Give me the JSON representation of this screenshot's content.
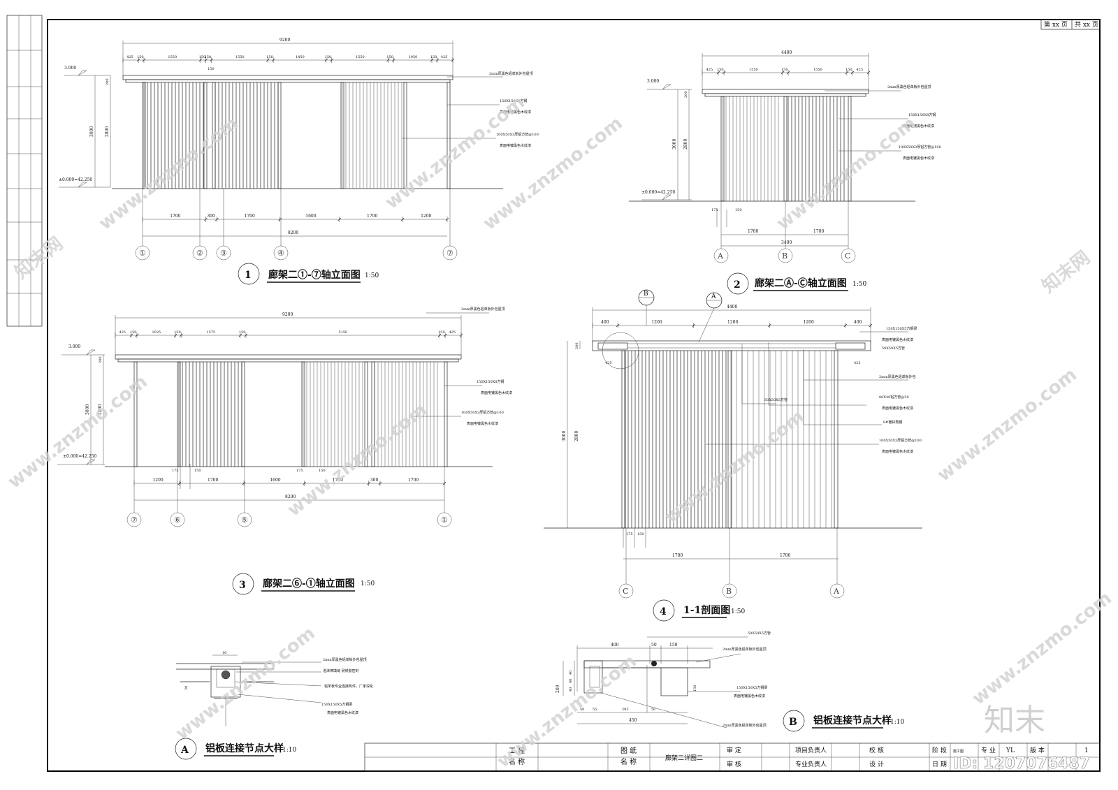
{
  "page_tag": {
    "page_label": "第 xx 页",
    "total_label": "共 xx 页"
  },
  "levels": {
    "top": "3.000",
    "ground": "±0.000=42.250"
  },
  "view1": {
    "num": "1",
    "title": "廊架二①-⑦轴立面图",
    "scale": "1:50",
    "overall_top": "9200",
    "top_dims": [
      "425",
      "150",
      "1550",
      "150",
      "150",
      "1550",
      "150",
      "1450",
      "150",
      "1550",
      "150",
      "1050",
      "150",
      "425"
    ],
    "small_dim": "150",
    "height_outer": "3000",
    "height_inner": "2800",
    "roof_h": "200",
    "bottom_dims": [
      "1700",
      "300",
      "1700",
      "1600",
      "1700",
      "1200"
    ],
    "overall_bottom": "8200",
    "axes": [
      "①",
      "②",
      "③",
      "④",
      "⑦"
    ],
    "notes": [
      "2mm厚黑色铝单板外包屋顶",
      "150X150X8方钢",
      "表面电镀黑色木纹漆",
      "100X50X3厚铝方管@100",
      "表面电镀黑色木纹漆"
    ]
  },
  "view2": {
    "num": "2",
    "title": "廊架二Ⓐ-Ⓒ轴立面图",
    "scale": "1:50",
    "overall_top": "4400",
    "top_dims": [
      "425",
      "150",
      "1550",
      "150",
      "1550",
      "150",
      "425"
    ],
    "height_outer": "3000",
    "height_inner": "2800",
    "roof_h": "200",
    "small_dims": [
      "175",
      "150"
    ],
    "bottom_dims": [
      "1700",
      "1700"
    ],
    "overall_bottom": "3400",
    "axes": [
      "A",
      "B",
      "C"
    ],
    "notes": [
      "2mm厚黑色铝单板外包屋顶",
      "150X150X8方钢",
      "表面电镀黑色木纹漆",
      "100X50X3厚铝方管@100",
      "表面电镀黑色木纹漆"
    ]
  },
  "view3": {
    "num": "3",
    "title": "廊架二⑥-①轴立面图",
    "scale": "1:50",
    "overall_top": "9200",
    "top_dims": [
      "425",
      "150",
      "1025",
      "150",
      "1575",
      "150",
      "5150",
      "150",
      "425"
    ],
    "height_outer": "3000",
    "height_inner": "2800",
    "roof_h": "200",
    "small_dims": [
      "175",
      "150",
      "175",
      "150"
    ],
    "bottom_dims": [
      "1200",
      "1700",
      "1600",
      "1700",
      "300",
      "1700"
    ],
    "overall_bottom": "8200",
    "axes": [
      "⑦",
      "⑥",
      "⑤",
      "①"
    ],
    "notes": [
      "2mm厚黑色铝单板外包屋顶",
      "150X150X8方钢",
      "表面电镀黑色木纹漆",
      "100X50X3厚铝方管@100",
      "表面电镀黑色木纹漆"
    ]
  },
  "view4": {
    "num": "4",
    "title": "1-1剖面图",
    "scale": "1:50",
    "overall_top": "4400",
    "top_dims": [
      "400",
      "1200",
      "1200",
      "1200",
      "400"
    ],
    "side_dims": [
      "425",
      "425"
    ],
    "height_outer": "3000",
    "height_inner": "2800",
    "roof_h": "200",
    "small_dims": [
      "175",
      "150"
    ],
    "bottom_dims": [
      "1700",
      "1700"
    ],
    "axes": [
      "C",
      "B",
      "A"
    ],
    "callouts": [
      "B",
      "A"
    ],
    "notes": [
      "150X150X5方钢梁",
      "表面电镀黑色木纹漆",
      "50X50X5方管",
      "2mm厚黑色铝单板外包",
      "80X40铝方管@50",
      "表面电镀黑色木纹漆",
      "8#镀锌角钢",
      "50X50X5方管",
      "100X50X3厚铝方管@100",
      "表面电镀黑色木纹漆"
    ]
  },
  "detailA": {
    "letter": "A",
    "title": "铝板连接节点大样",
    "scale": "1:10",
    "dims": [
      "16",
      "20"
    ],
    "notes": [
      "2mm厚黑色铝单板外包屋顶",
      "泡沫棒填缝  耐候胶密封",
      "铝单板专业连接构件，厂家深化",
      "150X150X5方钢梁",
      "表面电镀黑色木纹漆"
    ]
  },
  "detailB": {
    "letter": "B",
    "title": "铝板连接节点大样",
    "scale": "1:10",
    "top_dims": [
      "400",
      "50",
      "150"
    ],
    "left_dims": [
      "200",
      "40",
      "40",
      "40"
    ],
    "right_dim": "150",
    "bottom_dims": [
      "50",
      "55",
      "295",
      "50"
    ],
    "overall_bottom": "450",
    "notes": [
      "50X50X5方管",
      "2mm厚黑色铝单板外包屋顶",
      "150X150X5方钢梁",
      "表面电镀黑色木纹漆",
      "2mm厚黑色铝单板外包屋顶"
    ]
  },
  "title_block": {
    "project_label": "工 程\n名 称",
    "drawing_label": "图 纸\n名 称",
    "drawing_name": "廊架二详图二",
    "review": "审 定",
    "check": "审 核",
    "proj_lead": "项目负责人",
    "spec_lead": "专业负责人",
    "proof": "校 核",
    "design": "设 计",
    "stage": "阶 段",
    "stage_val": "施工图",
    "spec": "专 业",
    "spec_val": "YL",
    "version": "版 本",
    "date": "日 期",
    "number": "1"
  },
  "watermark": {
    "site": "www.znzmo.com",
    "brand": "知末网",
    "logo": "知末",
    "id": "ID: 1207076487"
  }
}
